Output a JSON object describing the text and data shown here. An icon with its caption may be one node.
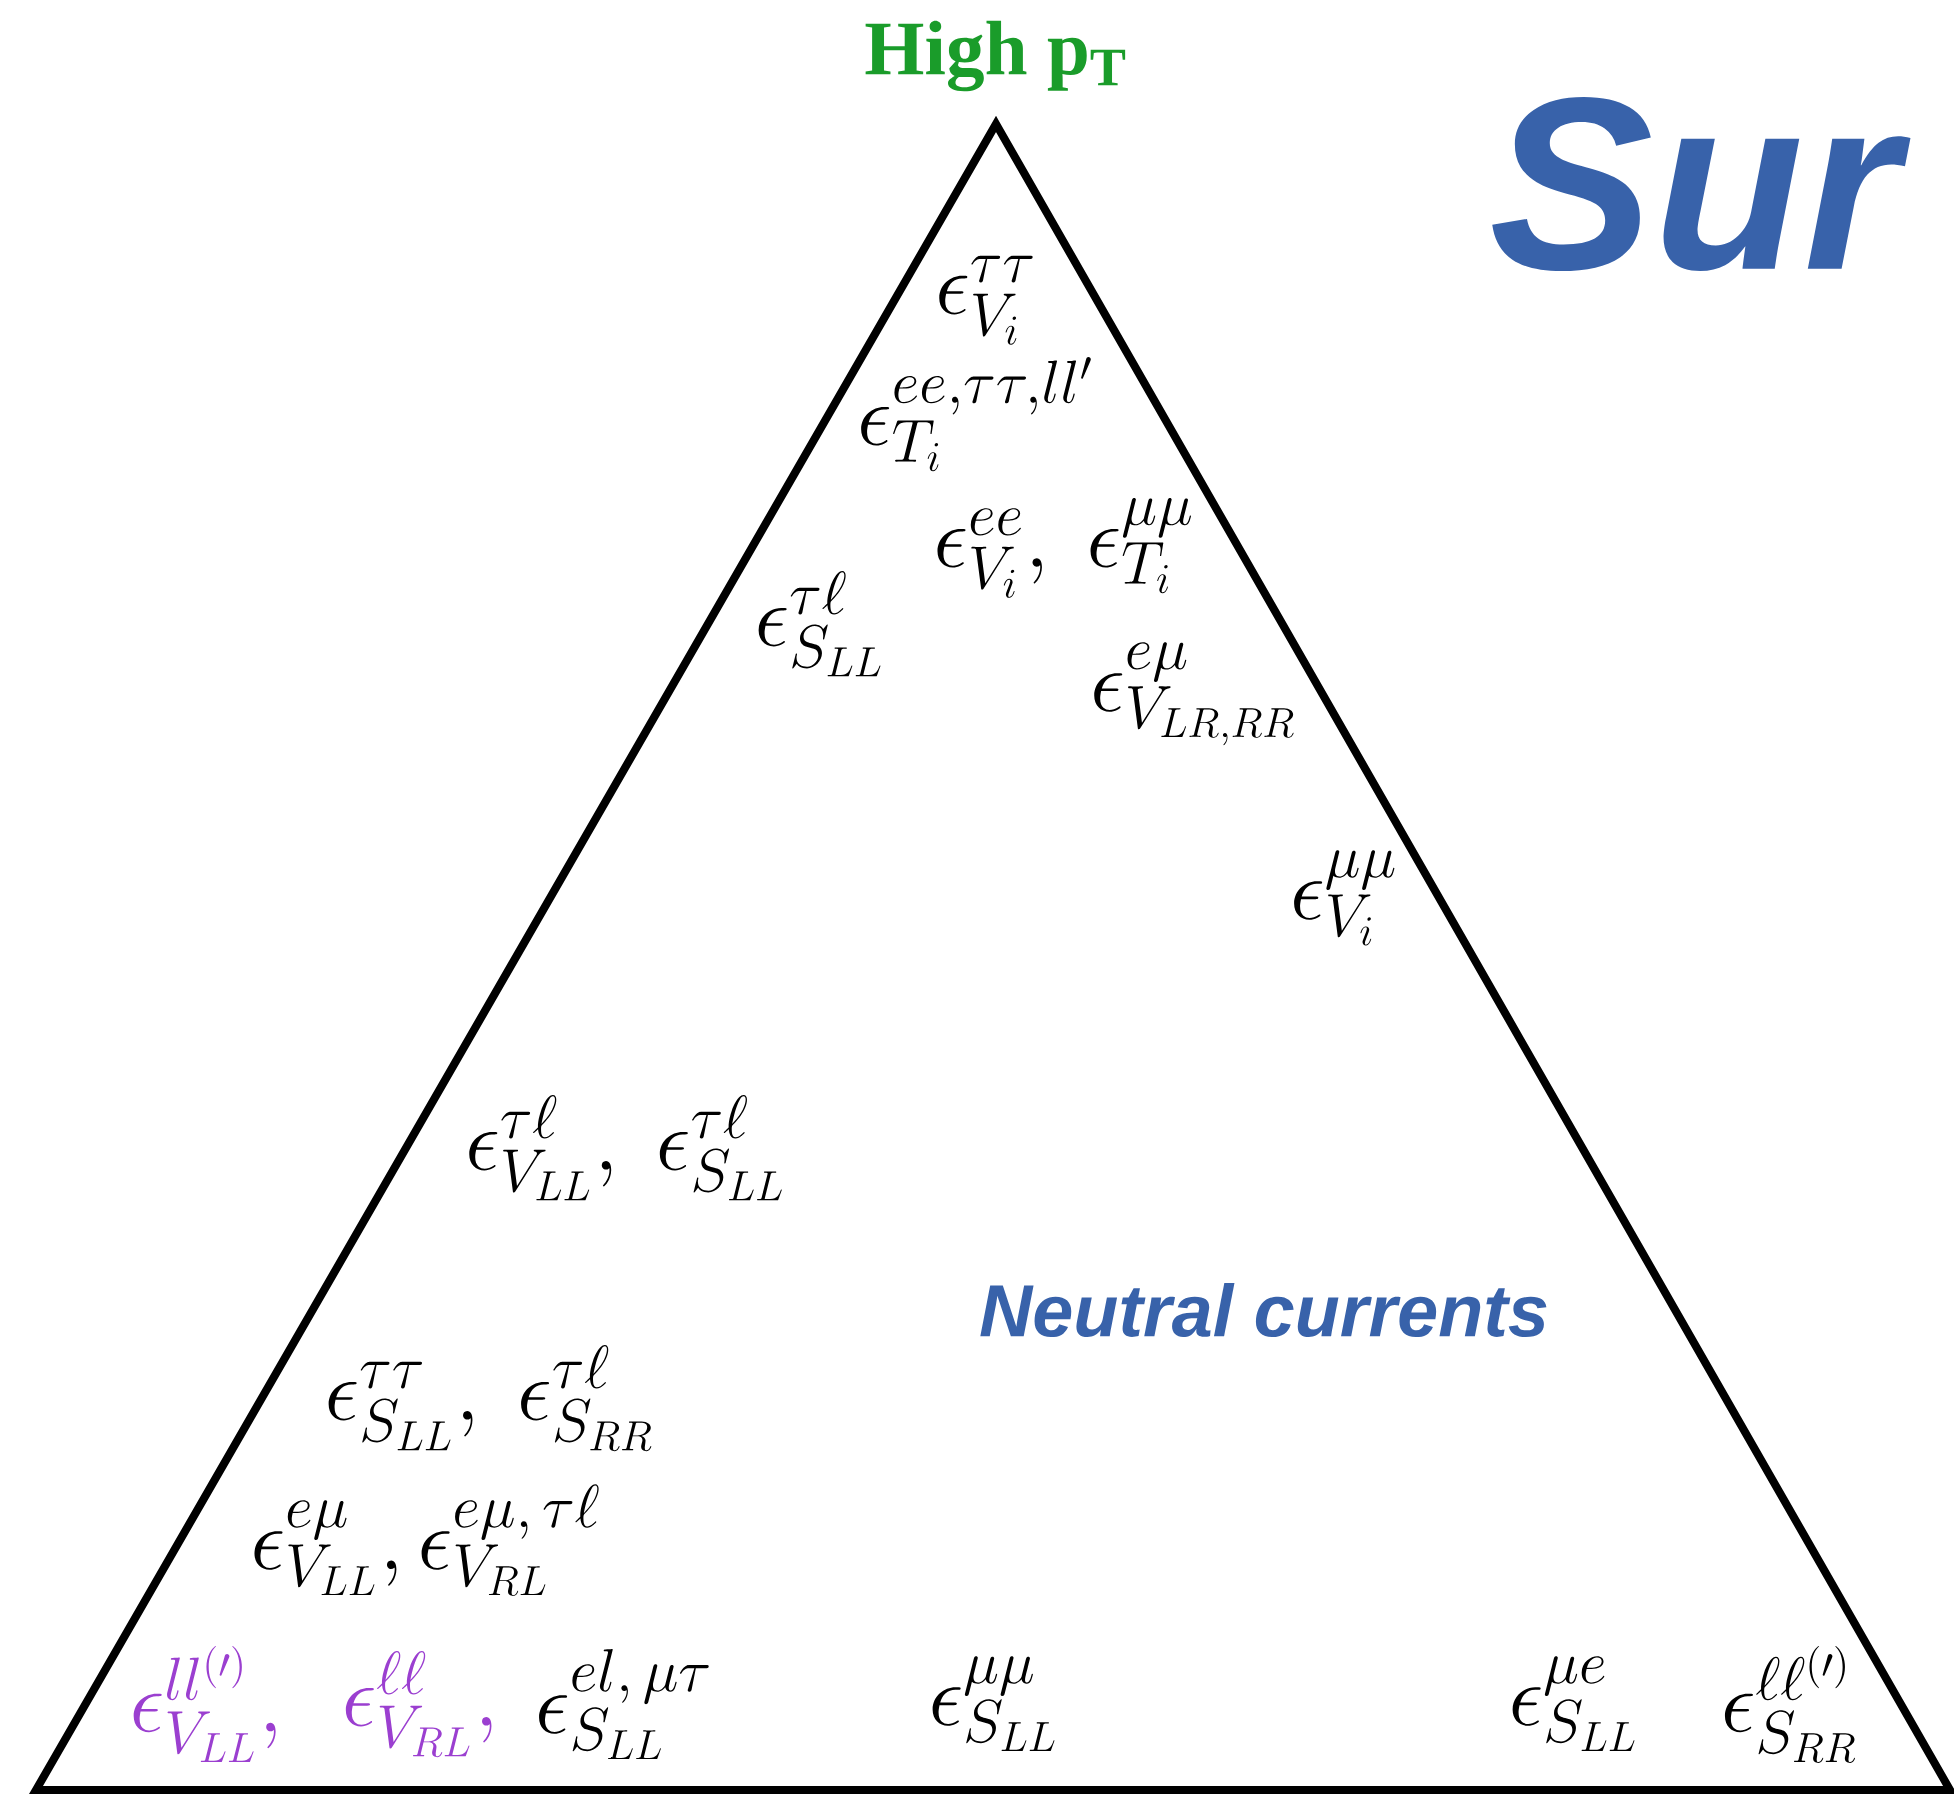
{
  "diagram": {
    "title": "Sur",
    "nodes": [
      {
        "text": [
          "\\epsilon^{\\tau\\tau}_{V_i}",
          "\\epsilon^{ee,\\tau\\tau,ll'}_{T_i}",
          "\\epsilon^{ee}_{V_i},\\ \\epsilon^{\\mu\\mu}_{T_i}",
          "\\epsilon^{\\tau\\ell}_{S_{LL}}",
          "\\epsilon^{e\\mu}_{V_{LR,RR}}",
          "\\epsilon^{\\mu\\mu}_{V_i}",
          "\\epsilon^{\\tau\\ell}_{V_{LL}},\\ \\epsilon^{\\tau\\ell}_{S_{LL}}",
          "Neutral currents",
          "\\epsilon^{\\tau\\tau}_{S_{LL}},\\ \\epsilon^{\\tau\\ell}_{S_{RR}}",
          "\\epsilon^{e\\mu}_{V_{LL}},\\epsilon^{e\\mu,\\,\\tau\\ell}_{V_{RL}}",
          "\\epsilon^{ll^{(\\prime)}}_{V_{LL}},",
          "\\epsilon^{\\ell\\ell}_{V_{RL}},",
          "\\epsilon^{el,\\,\\mu\\tau}_{S_{LL}}",
          "\\epsilon^{\\mu\\mu}_{S_{LL}}",
          "\\epsilon^{\\mu e}_{S_{LL}}",
          "\\epsilon^{\\ell\\ell^{(\\prime)}}_{S_{RR}}"
        ],
        "beside": [
          "**High p$_{T}$**"
        ]
      }
    ]
  }
}
